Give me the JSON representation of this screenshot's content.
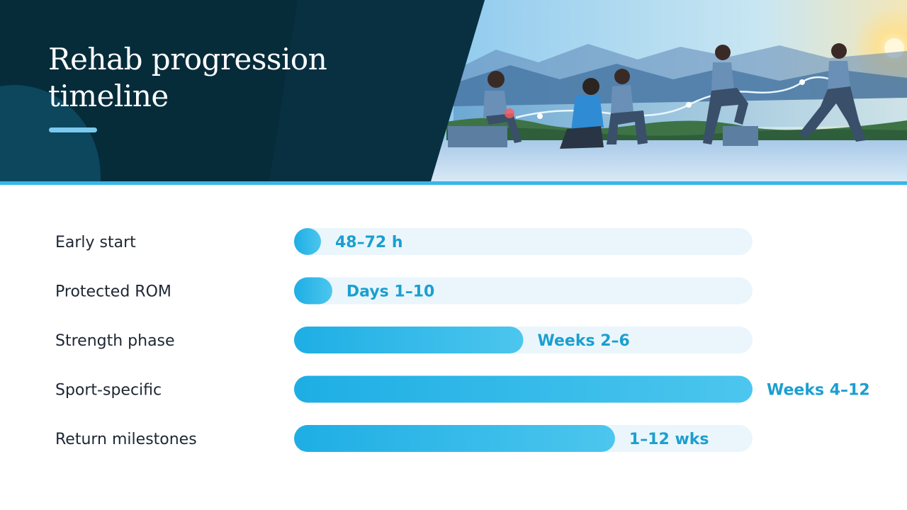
{
  "title_lines": [
    "Rehab progression",
    "timeline"
  ],
  "colors": {
    "hero_dark": "#062c3a",
    "accent": "#38b6e8",
    "bar_start": "#1eaee4",
    "bar_end": "#4cc6ee",
    "track": "#eaf6fc",
    "value_text": "#1b9fd0",
    "label_text": "#1d2733"
  },
  "hero_image": {
    "subject": "rehab stages illustration",
    "icons": [
      "sun-icon",
      "mountains",
      "person-seated-icon",
      "therapist-assist-icon",
      "person-kneeling-icon",
      "person-stepup-icon",
      "person-running-icon"
    ]
  },
  "chart_data": {
    "type": "bar",
    "orientation": "horizontal",
    "title": "Rehab progression timeline",
    "xlabel": "",
    "ylabel": "",
    "xlim": [
      0,
      12
    ],
    "categories": [
      "Early start",
      "Protected ROM",
      "Strength phase",
      "Sport-specific",
      "Return milestones"
    ],
    "values": [
      0.3,
      1,
      6,
      12,
      8.4
    ],
    "value_labels": [
      "48–72 h",
      "Days 1–10",
      "Weeks 2–6",
      "Weeks 4–12",
      "1–12 wks"
    ],
    "grid": false,
    "legend": "none"
  }
}
